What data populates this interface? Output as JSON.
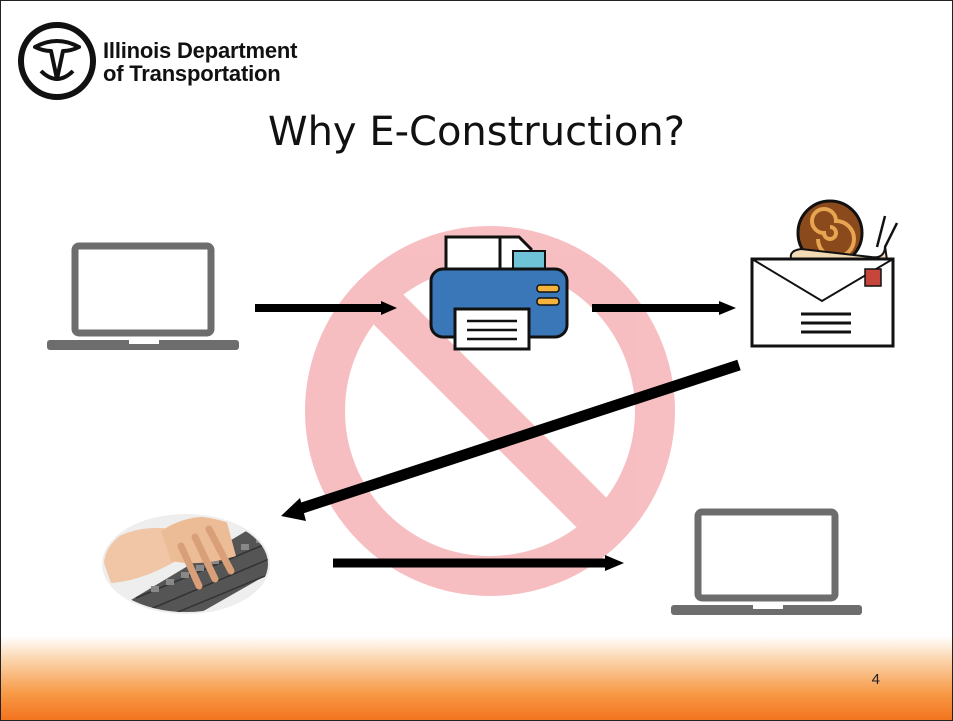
{
  "slide": {
    "org_line1": "Illinois Department",
    "org_line2": "of Transportation",
    "title": "Why E-Construction?",
    "page_number": "4"
  },
  "icons": {
    "logo": "idot-logo-icon",
    "background": "prohibited-sign-icon",
    "step1": "laptop-icon",
    "step2": "printer-icon",
    "step3": "envelope-snail-icon",
    "step4": "typing-hands-keyboard-icon",
    "step5": "laptop-icon"
  },
  "colors": {
    "prohibit": "#f6b8bb",
    "laptop": "#6d6d6d",
    "printer_blue": "#3a77b8",
    "printer_orange": "#f4b33d",
    "snail": "#8a4a1c",
    "footer": "#f3741e",
    "arrow": "#000000"
  }
}
